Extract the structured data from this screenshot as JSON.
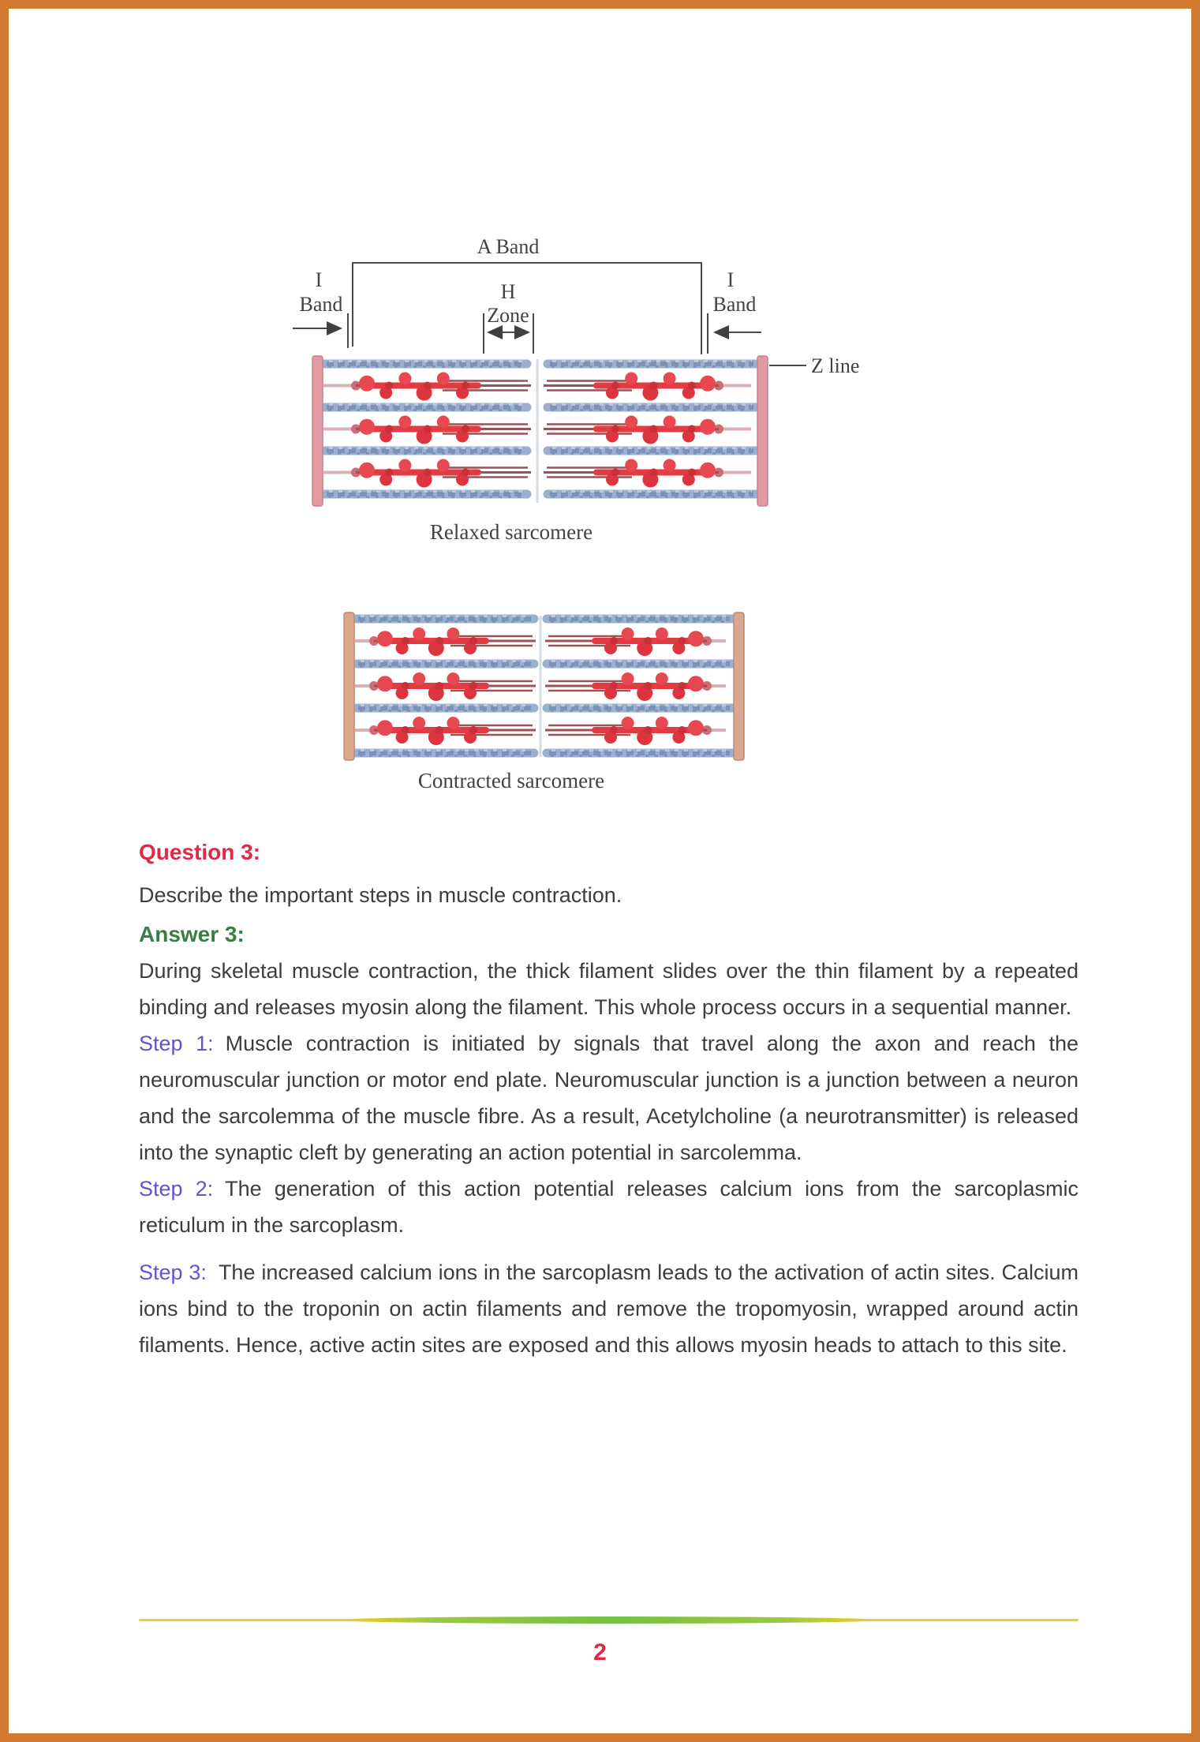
{
  "page": {
    "number": "2",
    "border_color": "#cf7a30"
  },
  "diagram": {
    "labels": {
      "a_band": "A Band",
      "i_band_top": "I",
      "i_band_bottom": "Band",
      "h_zone_top": "H",
      "h_zone_bottom": "Zone",
      "z_line": "Z line"
    },
    "captions": {
      "relaxed": "Relaxed sarcomere",
      "contracted": "Contracted sarcomere"
    },
    "colors": {
      "thin_filament_blue": "#9bb0ce",
      "thin_filament_blue_dark": "#7b92ba",
      "thin_filament_blue_light": "#bcc8dd",
      "thick_filament_red": "#e23b44",
      "thick_filament_dark": "#9a5257",
      "connector_pink": "#d9b0b5",
      "z_bar_relaxed": "#e49aa2",
      "z_bar_relaxed_edge": "#c8808a",
      "z_bar_contracted": "#d9a88e",
      "z_bar_contracted_edge": "#bd8b6d",
      "m_line_gray": "#d6dbe2"
    }
  },
  "question": {
    "heading": "Question 3:",
    "heading_color": "#e02848",
    "text": "Describe the important steps in muscle contraction."
  },
  "answer": {
    "heading": "Answer 3:",
    "heading_color": "#3a7d46",
    "step_label_color": "#6a4fd0",
    "intro": "During skeletal muscle contraction, the thick filament slides over the thin filament by a repeated binding and releases myosin along the filament. This whole process occurs in a sequential manner.",
    "steps": [
      {
        "label": "Step 1:",
        "text": "Muscle contraction is initiated by signals that travel along the axon and reach the neuromuscular junction or motor end plate. Neuromuscular junction is a junction between a neuron and the sarcolemma of the muscle fibre. As a result, Acetylcholine (a neurotransmitter) is released into the synaptic cleft by generating an action potential in sarcolemma."
      },
      {
        "label": "Step 2:",
        "text": "The generation of this action potential releases calcium ions from the sarcoplasmic reticulum in the sarcoplasm."
      },
      {
        "label": "Step 3:",
        "text": "The increased calcium ions in the sarcoplasm leads to the activation of actin sites. Calcium ions bind to the troponin on actin filaments and remove the tropomyosin, wrapped around actin filaments. Hence, active actin sites are exposed and this allows myosin heads to attach to this site."
      }
    ]
  }
}
